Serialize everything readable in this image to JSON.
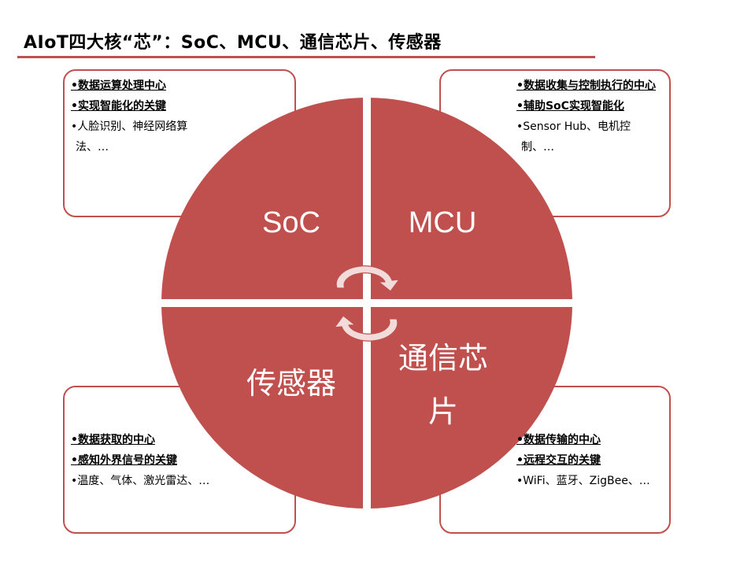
{
  "title": "AIoT四大核“芯”：SoC、MCU、通信芯片、传感器",
  "colors": {
    "accent": "#c0504d",
    "arrow": "#f2dcdb"
  },
  "quadrants": {
    "soc": {
      "label": "SoC",
      "box": {
        "line1": "•数据运算处理中心",
        "line2": "•实现智能化的关键",
        "line3a": "•人脸识别、神经网络算",
        "line3b": "法、…"
      }
    },
    "mcu": {
      "label": "MCU",
      "box": {
        "line1": "•数据收集与控制执行的中心",
        "line2": "•辅助SoC实现智能化",
        "line3a": "•Sensor Hub、电机控",
        "line3b": "制、…"
      }
    },
    "sensor": {
      "label": "传感器",
      "box": {
        "line1": "•数据获取的中心",
        "line2": "•感知外界信号的关键",
        "line3": "•温度、气体、激光雷达、…"
      }
    },
    "comm": {
      "label_line1": "通信芯",
      "label_line2": "片",
      "box": {
        "line1": "•数据传输的中心",
        "line2": "•远程交互的关键",
        "line3": "•WiFi、蓝牙、ZigBee、…"
      }
    }
  },
  "icons": {
    "cycle": "cycle-arrows-icon"
  }
}
